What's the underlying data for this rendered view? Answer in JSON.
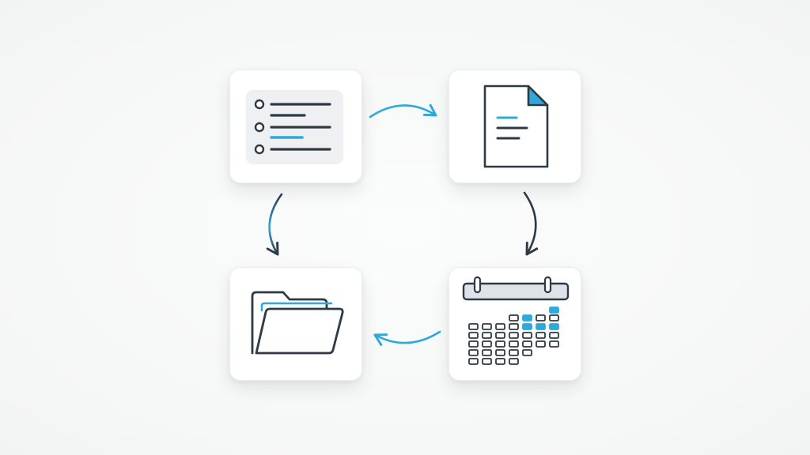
{
  "diagram": {
    "nodes": [
      {
        "id": "list",
        "icon": "checklist-icon"
      },
      {
        "id": "document",
        "icon": "document-icon"
      },
      {
        "id": "calendar",
        "icon": "calendar-icon"
      },
      {
        "id": "folder",
        "icon": "folder-icon"
      }
    ],
    "edges": [
      {
        "from": "list",
        "to": "document",
        "color": "#2fa8dc"
      },
      {
        "from": "document",
        "to": "calendar",
        "color": "#2d3a46"
      },
      {
        "from": "calendar",
        "to": "folder",
        "color": "#2fa8dc"
      },
      {
        "from": "list",
        "to": "folder",
        "color": "#2d3a46"
      }
    ]
  },
  "colors": {
    "accent": "#2fa8dc",
    "ink": "#2d3a46",
    "card_background": "#ffffff",
    "panel_gray": "#eef0f2",
    "page_background": "#f8f9f9"
  }
}
